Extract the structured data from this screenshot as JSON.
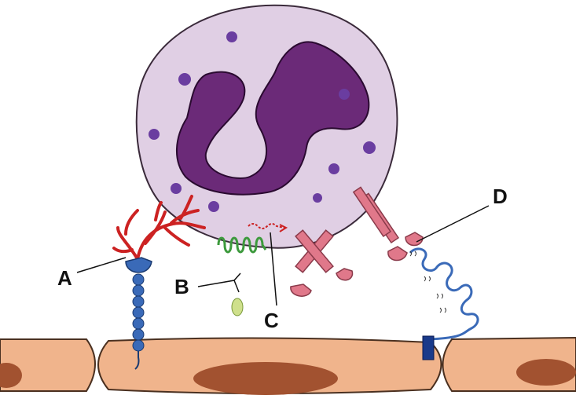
{
  "labels": {
    "a": "A",
    "b": "B",
    "c": "C",
    "d": "D"
  },
  "colors": {
    "cytoplasm": "#e0cfe4",
    "nucleus": "#6b2a78",
    "granule": "#6a3da0",
    "endothelium": "#f0b48c",
    "endothelium_nucleus": "#a25230",
    "selectin_red": "#cc2222",
    "chemokine_green": "#3d9a3d",
    "integrin_pink": "#e0788a",
    "cam_blue": "#3a6ab8"
  }
}
